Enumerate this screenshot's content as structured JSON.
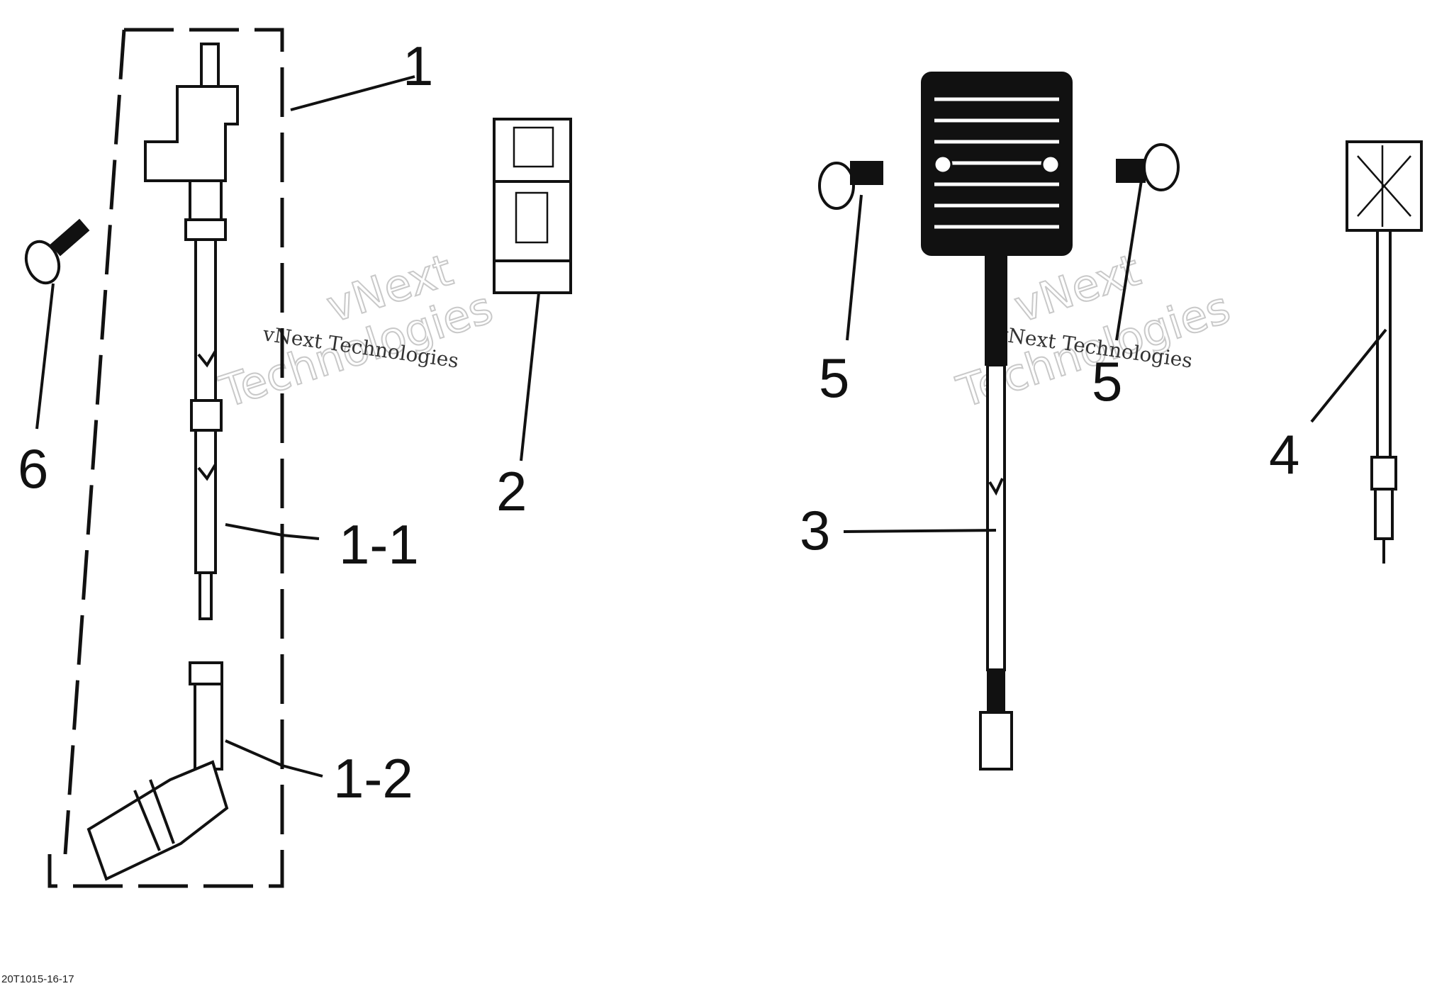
{
  "diagram": {
    "callouts": {
      "c1": "1",
      "c1_1": "1-1",
      "c1_2": "1-2",
      "c2": "2",
      "c3": "3",
      "c4": "4",
      "c5a": "5",
      "c5b": "5",
      "c6": "6"
    },
    "watermark": {
      "small_1": "vNext Technologies",
      "big_1": "vNext",
      "big_2": "Technologies",
      "small_2": "vNext Technologies",
      "big_3": "vNext",
      "big_4": "Technologies"
    },
    "figure_code": "20T1015-16-17"
  }
}
